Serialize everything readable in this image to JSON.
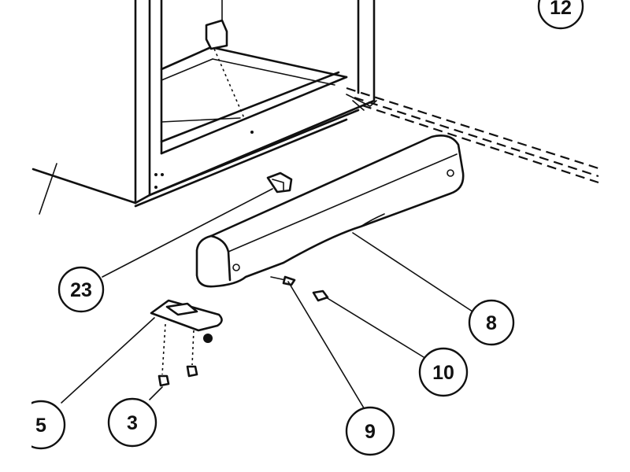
{
  "callouts": {
    "c12": "12",
    "c23": "23",
    "c8": "8",
    "c10": "10",
    "c5": "5",
    "c3": "3",
    "c9": "9"
  },
  "colors": {
    "line": "#111111",
    "background": "#ffffff"
  }
}
